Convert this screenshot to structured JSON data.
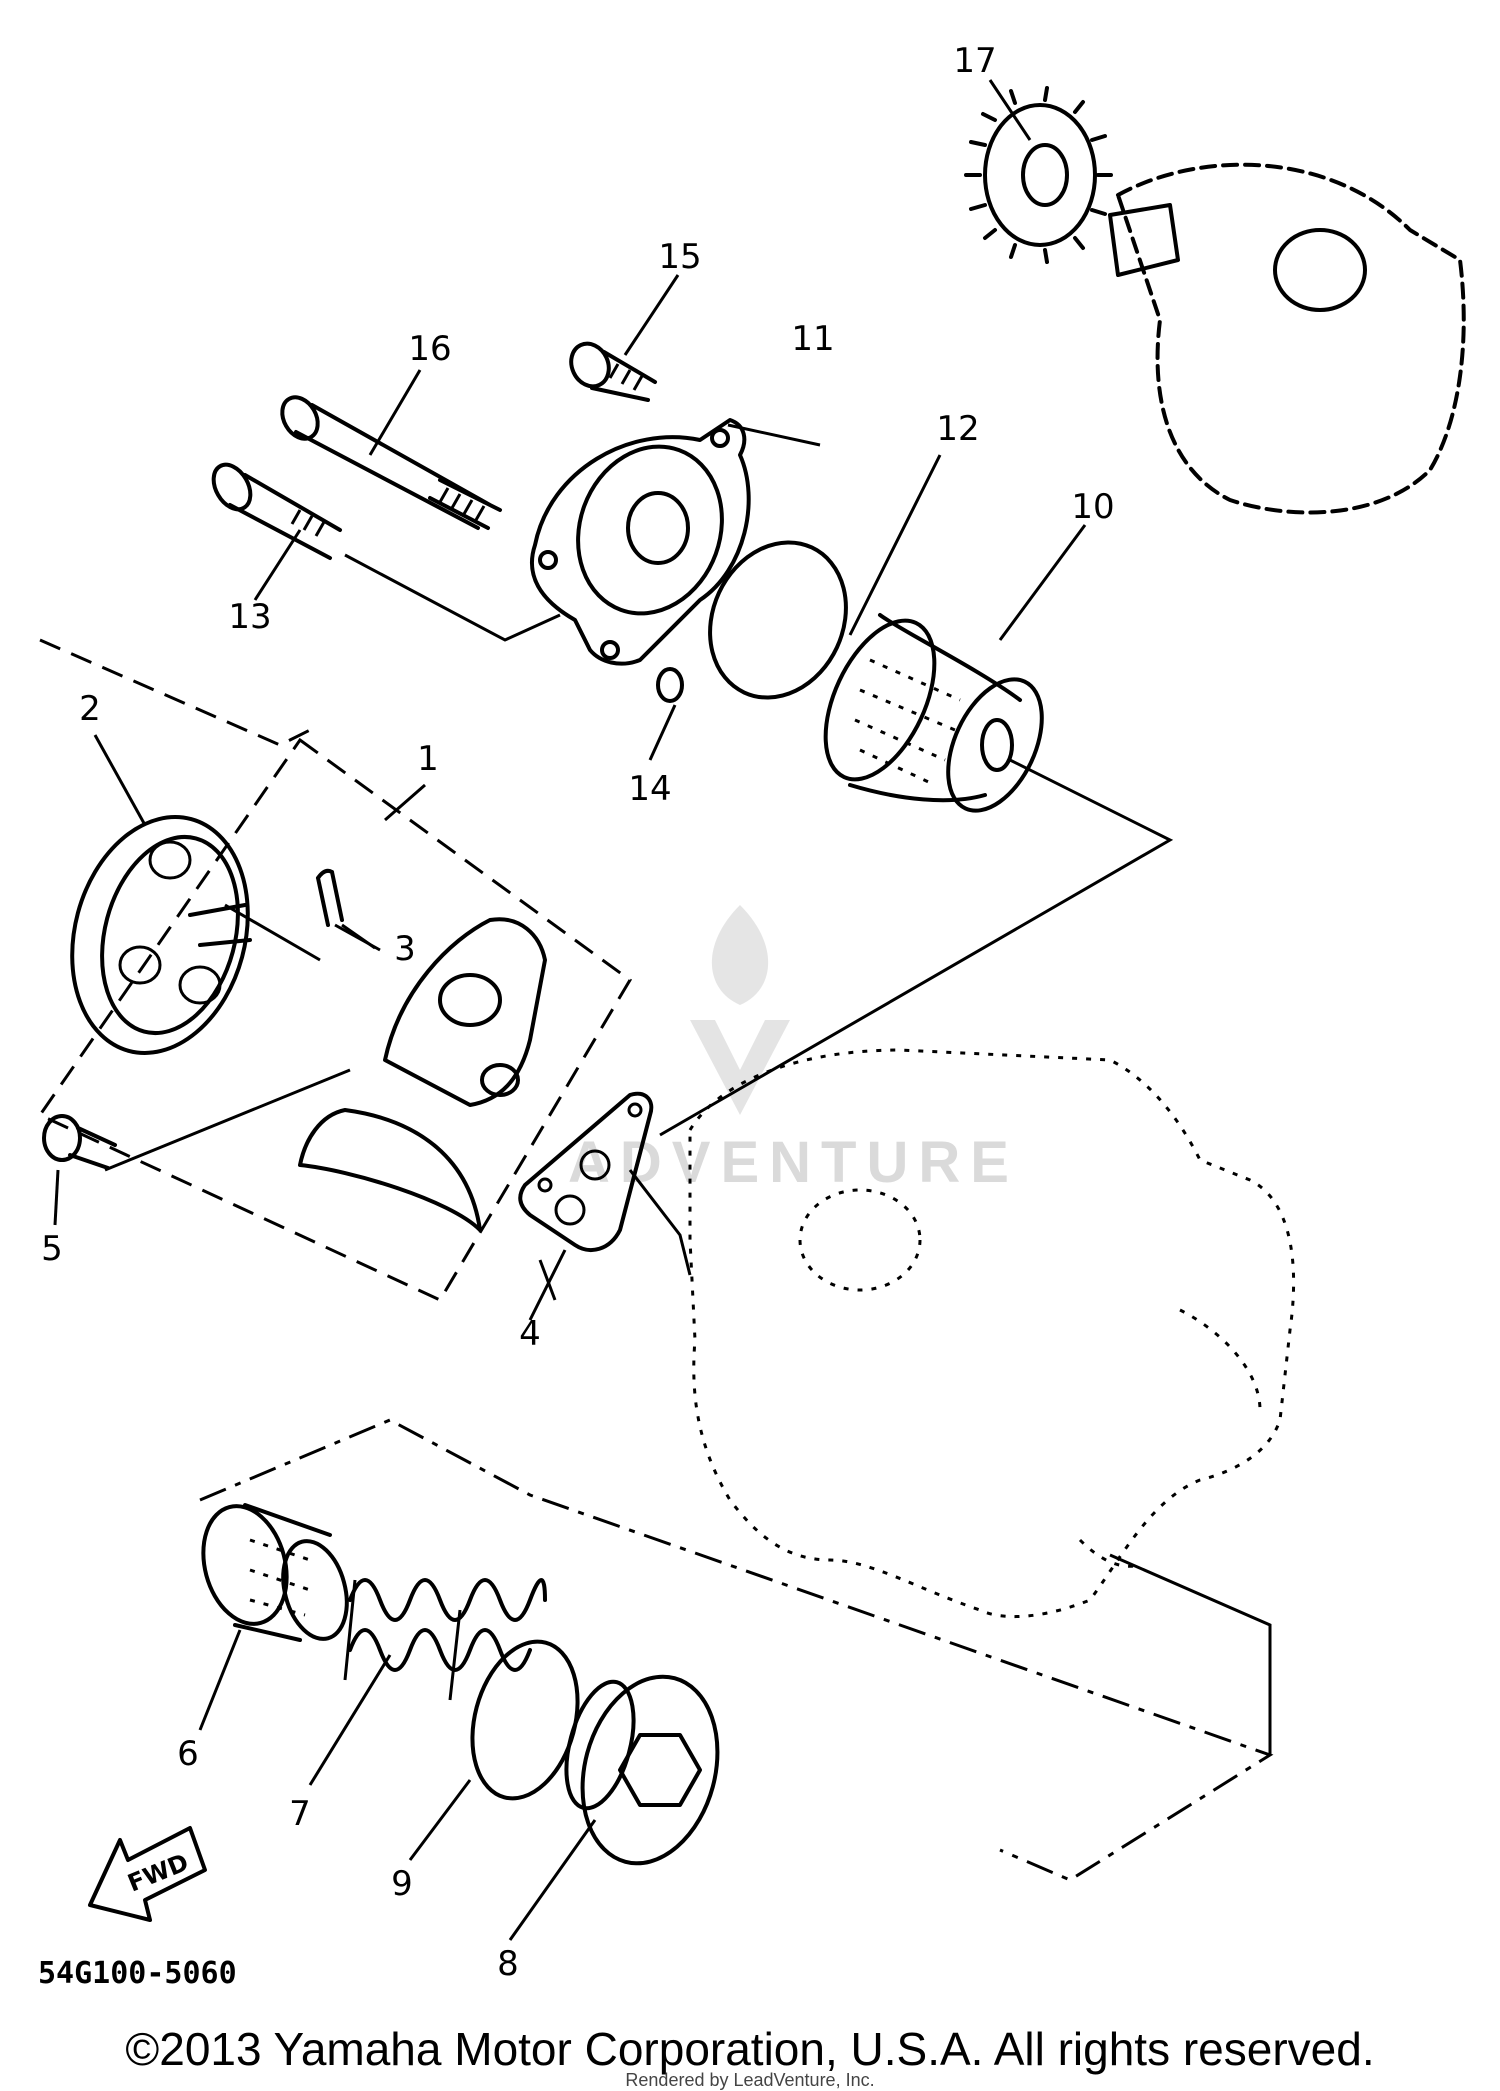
{
  "diagram": {
    "part_code": "54G100-5060",
    "fwd_label": "FWD",
    "watermark_text": "ADVENTURE",
    "copyright": "©2013 Yamaha Motor Corporation, U.S.A. All rights reserved.",
    "rendered_by": "Rendered by LeadVenture, Inc.",
    "callouts": [
      "1",
      "2",
      "3",
      "4",
      "5",
      "6",
      "7",
      "8",
      "9",
      "10",
      "11",
      "12",
      "13",
      "14",
      "15",
      "16",
      "17"
    ]
  }
}
